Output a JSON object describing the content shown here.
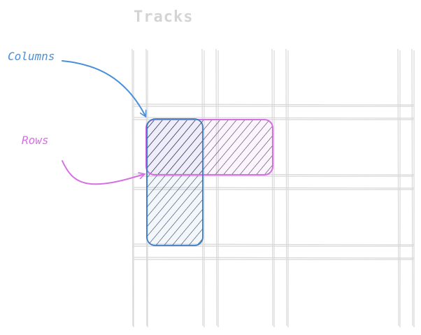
{
  "diagram": {
    "title": "Tracks",
    "annotations": {
      "columns": "Columns",
      "rows": "Rows"
    },
    "colors": {
      "grid": "#d8d8d8",
      "title": "#d4d4d4",
      "columns_accent": "#4a90d9",
      "columns_outline": "#3a7cc4",
      "rows_accent": "#d86ee6",
      "hatch": "#2c2c48"
    }
  }
}
